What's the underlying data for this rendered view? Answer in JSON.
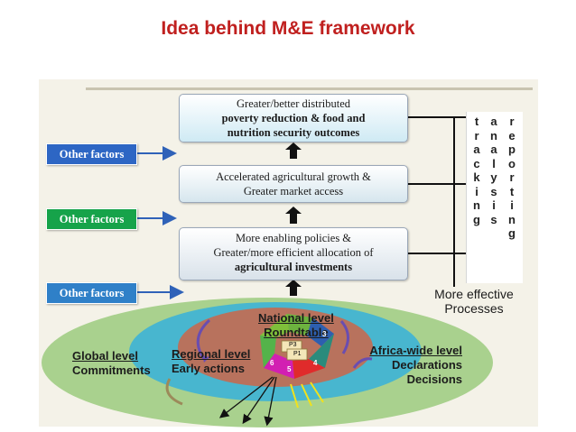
{
  "title": "Idea behind M&E framework",
  "outcome_boxes": [
    {
      "lines": [
        "Greater/better distributed",
        "poverty reduction & food and",
        "nutrition security outcomes"
      ]
    },
    {
      "lines": [
        "Accelerated agricultural growth &",
        "Greater market access"
      ]
    },
    {
      "lines": [
        "More enabling policies &",
        "Greater/more efficient allocation of",
        "agricultural investments"
      ]
    }
  ],
  "other_factors": [
    "Other factors",
    "Other factors",
    "Other factors"
  ],
  "columns": [
    {
      "word": "tracking",
      "letters": [
        "t",
        "r",
        "a",
        "c",
        "k",
        "i",
        "n",
        "g"
      ]
    },
    {
      "word": "analysis",
      "letters": [
        "a",
        "n",
        "a",
        "l",
        "y",
        "s",
        "i",
        "s"
      ]
    },
    {
      "word": "reporting",
      "letters": [
        "r",
        "e",
        "p",
        "o",
        "r",
        "t",
        "i",
        "n",
        "g"
      ]
    }
  ],
  "processes": [
    "More effective",
    "Processes"
  ],
  "levels": {
    "national": [
      "National level",
      "Roundtable"
    ],
    "global": [
      "Global level",
      "Commitments"
    ],
    "regional": [
      "Regional level",
      "Early actions"
    ],
    "africa": [
      "Africa-wide level",
      "Declarations",
      "Decisions"
    ]
  },
  "cycle_labels": [
    "P3",
    "P1",
    "3",
    "4",
    "5",
    "6"
  ],
  "colors": {
    "title": "#c0201f",
    "outer_ellipse": "#a9d18e",
    "mid_ellipse": "#48b6cf",
    "inner_ellipse": "#b8725d",
    "factor1": "#2d66c4",
    "factor2": "#16a34a",
    "factor3": "#2f80c8"
  }
}
